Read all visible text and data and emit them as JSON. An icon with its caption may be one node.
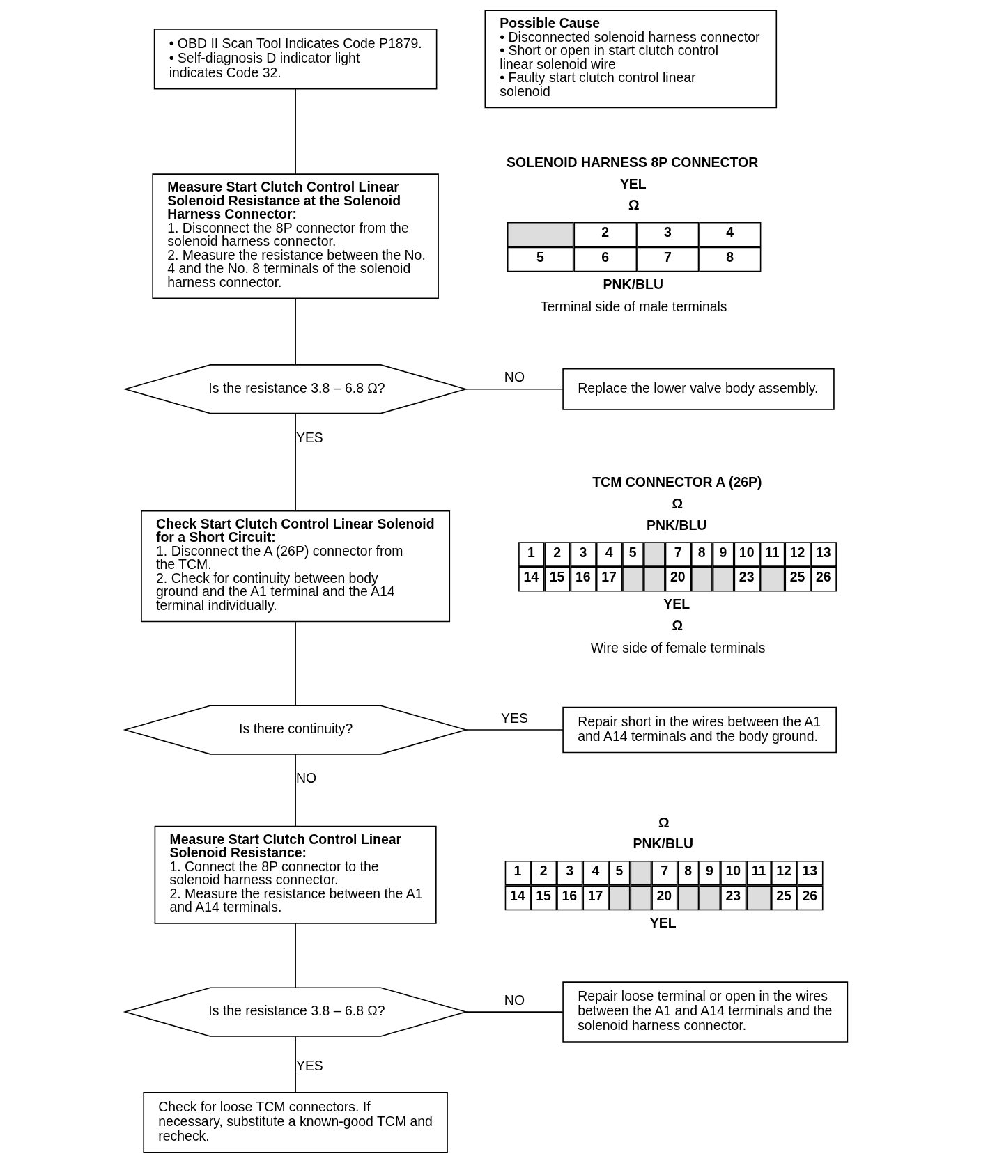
{
  "diagram": {
    "nodes": [
      {
        "text": [
          "• OBD II Scan Tool Indicates Code P1879.",
          "• Self-diagnosis D indicator light indicates Code 32."
        ]
      },
      {
        "text": [
          "Possible Cause",
          "• Disconnected solenoid harness connector",
          "• Short or open in start clutch control linear solenoid wire",
          "• Faulty start clutch control linear solenoid"
        ]
      },
      {
        "text": [
          "Measure Start Clutch Control Linear Solenoid Resistance at the Solenoid Harness Connector:",
          "1. Disconnect the 8P connector from the solenoid harness connector.",
          "2. Measure the resistance between the No. 4 and the No. 8 terminals of the solenoid harness connector."
        ]
      },
      {
        "text": [
          "Is the resistance 3.8 – 6.8 Ω?"
        ]
      },
      {
        "text": [
          "Replace the lower valve body assembly."
        ]
      },
      {
        "text": [
          "Check Start Clutch Control Linear Solenoid for a Short Circuit:",
          "1. Disconnect the A (26P) connector from the TCM.",
          "2. Check for continuity between body ground and the A1 terminal and the A14 terminal individually."
        ]
      },
      {
        "text": [
          "Is there continuity?"
        ]
      },
      {
        "text": [
          "Repair short in the wires between the A1 and A14 terminals and the body ground."
        ]
      },
      {
        "text": [
          "Measure Start Clutch Control Linear Solenoid Resistance:",
          "1. Connect the 8P connector to the solenoid harness connector.",
          "2. Measure the resistance between the A1 and A14 terminals."
        ]
      },
      {
        "text": [
          "Is the resistance 3.8 – 6.8 Ω?"
        ]
      },
      {
        "text": [
          "Repair loose terminal or open in the wires between the A1 and A14 terminals and the solenoid harness connector."
        ]
      },
      {
        "text": [
          "Check for loose TCM connectors. If necessary, substitute a known-good TCM and recheck."
        ]
      }
    ],
    "edges": [
      {
        "from": 0,
        "to": 2,
        "arrow": "none"
      },
      {
        "from": 2,
        "to": 3,
        "arrow": "none"
      },
      {
        "from": 3,
        "to": 4,
        "arrow": "none",
        "label": "NO"
      },
      {
        "from": 3,
        "to": 5,
        "arrow": "none",
        "label": "YES"
      },
      {
        "from": 5,
        "to": 6,
        "arrow": "none"
      },
      {
        "from": 6,
        "to": 7,
        "arrow": "none",
        "label": "YES"
      },
      {
        "from": 6,
        "to": 8,
        "arrow": "none",
        "label": "NO"
      },
      {
        "from": 8,
        "to": 9,
        "arrow": "none"
      },
      {
        "from": 9,
        "to": 10,
        "arrow": "none",
        "label": "NO"
      },
      {
        "from": 9,
        "to": 11,
        "arrow": "none",
        "label": "YES"
      }
    ],
    "labels": [
      "SOLENOID HARNESS 8P CONNECTOR",
      "YEL",
      "2",
      "3",
      "4",
      "5",
      "6",
      "7",
      "8",
      "Ω",
      "PNK/BLU",
      "Terminal side of male terminals",
      "TCM CONNECTOR A (26P)",
      "Ω",
      "PNK/BLU",
      "1",
      "2",
      "3",
      "4",
      "5",
      "7",
      "8",
      "9",
      "10",
      "11",
      "12",
      "13",
      "14",
      "15",
      "16",
      "17",
      "20",
      "23",
      "25",
      "26",
      "YEL",
      "Ω",
      "Wire side of female terminals",
      "Ω",
      "PNK/BLU",
      "1",
      "2",
      "3",
      "4",
      "5",
      "7",
      "8",
      "9",
      "10",
      "11",
      "12",
      "13",
      "14",
      "15",
      "16",
      "17",
      "20",
      "23",
      "25",
      "26",
      "YEL"
    ]
  }
}
